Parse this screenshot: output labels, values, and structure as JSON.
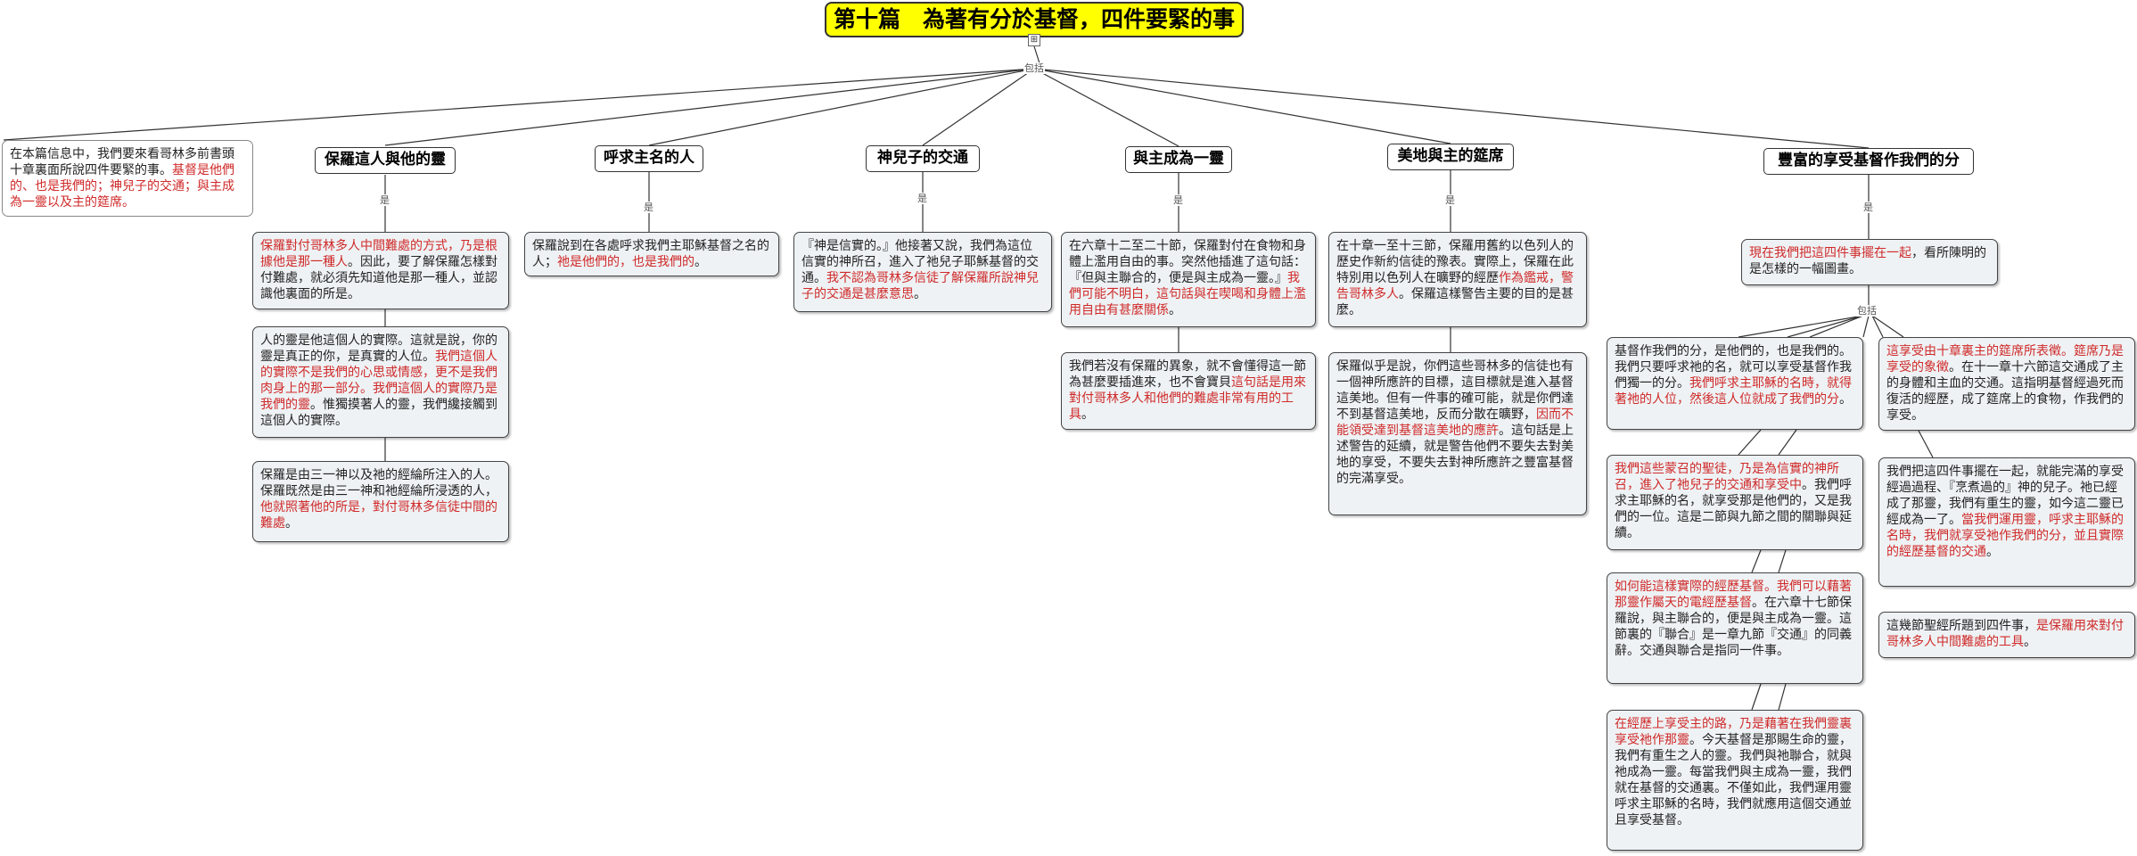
{
  "title": "第十篇　為著有分於基督，四件要緊的事",
  "expand_icon": "⊞",
  "labels": {
    "contains": "包括",
    "is": "是"
  },
  "branches": [
    "保羅這人與他的靈",
    "呼求主名的人",
    "神兒子的交通",
    "與主成為一靈",
    "美地與主的筵席",
    "豐富的享受基督作我們的分"
  ],
  "notes": {
    "intro": [
      {
        "t": "在本篇信息中，我們要來看哥林多前書頭十章裏面所說四件要緊的事。"
      },
      {
        "t": "基督是他們的、也是我們的；神兒子的交通；與主成為一靈以及主的筵席。",
        "red": true
      }
    ],
    "b1_1": [
      {
        "t": "保羅對付哥林多人中間難處的方式，乃是根據他是那一種人",
        "red": true
      },
      {
        "t": "。因此，要了解保羅怎樣對付難處，就必須先知道他是那一種人，並認識他裏面的所是。"
      }
    ],
    "b1_2": [
      {
        "t": "人的靈是他這個人的實際。這就是說，你的靈是真正的你，是真實的人位。"
      },
      {
        "t": "我們這個人的實際不是我們的心思或情感，更不是我們肉身上的那一部分。我們這個人的實際乃是我們的靈",
        "red": true
      },
      {
        "t": "。惟獨摸著人的靈，我們纔接觸到這個人的實際。"
      }
    ],
    "b1_3": [
      {
        "t": "保羅是由三一神以及祂的經綸所注入的人。保羅既然是由三一神和祂經綸所浸透的人，"
      },
      {
        "t": "他就照著他的所是，對付哥林多信徒中間的難處",
        "red": true
      },
      {
        "t": "。"
      }
    ],
    "b2_1": [
      {
        "t": "保羅說到在各處呼求我們主耶穌基督之名的人；"
      },
      {
        "t": "祂是他們的，也是我們的",
        "red": true
      },
      {
        "t": "。"
      }
    ],
    "b3_1": [
      {
        "t": "『神是信實的。』他接著又說，我們為這位信實的神所召，進入了祂兒子耶穌基督的交通。"
      },
      {
        "t": "我不認為哥林多信徒了解保羅所說神兒子的交通是甚麼意思",
        "red": true
      },
      {
        "t": "。"
      }
    ],
    "b4_1": [
      {
        "t": "在六章十二至二十節，保羅對付在食物和身體上濫用自由的事。突然他插進了這句話：『但與主聯合的，便是與主成為一靈。』"
      },
      {
        "t": "我們可能不明白，這句話與在喫喝和身體上濫用自由有甚麼關係",
        "red": true
      },
      {
        "t": "。"
      }
    ],
    "b4_2": [
      {
        "t": "我們若沒有保羅的異象，就不會懂得這一節為甚麼要插進來，也不會寶貝"
      },
      {
        "t": "這句話是用來對付哥林多人和他們的難處非常有用的工具",
        "red": true
      },
      {
        "t": "。"
      }
    ],
    "b5_1": [
      {
        "t": "在十章一至十三節，保羅用舊約以色列人的歷史作新約信徒的豫表。實際上，保羅在此特別用以色列人在曠野的經歷"
      },
      {
        "t": "作為鑑戒，警告哥林多人",
        "red": true
      },
      {
        "t": "。保羅這樣警告主要的目的是甚麼。"
      }
    ],
    "b5_2": [
      {
        "t": "保羅似乎是說，你們這些哥林多的信徒也有一個神所應許的目標，這目標就是進入基督這美地。但有一件事的確可能，就是你們達不到基督這美地，反而分散在曠野，"
      },
      {
        "t": "因而不能領受達到基督這美地的應許",
        "red": true
      },
      {
        "t": "。這句話是上述警告的延續，就是警告他們不要失去對美地的享受，不要失去對神所應許之豐富基督的完滿享受。"
      }
    ],
    "b6_1": [
      {
        "t": "現在我們把這四件事擺在一起",
        "red": true
      },
      {
        "t": "，看所陳明的是怎樣的一幅圖畫。"
      }
    ],
    "b6_a1": [
      {
        "t": "基督作我們的分，是他們的，也是我們的。我們只要呼求祂的名，就可以享受基督作我們獨一的分。"
      },
      {
        "t": "我們呼求主耶穌的名時，就得著祂的人位，然後這人位就成了我們的分",
        "red": true
      },
      {
        "t": "。"
      }
    ],
    "b6_a2": [
      {
        "t": "我們這些蒙召的聖徒，乃是為信實的神所召，進入了祂兒子的交通和享受中",
        "red": true
      },
      {
        "t": "。我們呼求主耶穌的名，就享受那是他們的，又是我們的一位。這是二節與九節之間的關聯與延續。"
      }
    ],
    "b6_a3": [
      {
        "t": "如何能這樣實際的經歷基督。我們可以藉著那靈作屬天的電經歷基督",
        "red": true
      },
      {
        "t": "。在六章十七節保羅說，與主聯合的，便是與主成為一靈。這節裏的『聯合』是一章九節『交通』的同義辭。交通與聯合是指同一件事。"
      }
    ],
    "b6_a4": [
      {
        "t": "在經歷上享受主的路，乃是藉著在我們靈裏享受祂作那靈",
        "red": true
      },
      {
        "t": "。今天基督是那賜生命的靈，我們有重生之人的靈。我們與祂聯合，就與祂成為一靈。每當我們與主成為一靈，我們就在基督的交通裏。不僅如此，我們運用靈呼求主耶穌的名時，我們就應用這個交通並且享受基督。"
      }
    ],
    "b6_b1": [
      {
        "t": "這享受由十章裏主的筵席所表徵。筵席乃是享受的象徵",
        "red": true
      },
      {
        "t": "。在十一章十六節這交通成了主的身體和主血的交通。這指明基督經過死而復活的經歷，成了筵席上的食物，作我們的享受。"
      }
    ],
    "b6_b2": [
      {
        "t": "我們把這四件事擺在一起，就能完滿的享受經過過程、『烹煮過的』神的兒子。祂已經成了那靈，我們有重生的靈，如今這二靈已經成為一了。"
      },
      {
        "t": "當我們運用靈，呼求主耶穌的名時，我們就享受祂作我們的分，並且實際的經歷基督的交通",
        "red": true
      },
      {
        "t": "。"
      }
    ],
    "b6_b3": [
      {
        "t": "這幾節聖經所題到四件事，"
      },
      {
        "t": "是保羅用來對付哥林多人中間難處的工具",
        "red": true
      },
      {
        "t": "。"
      }
    ]
  }
}
